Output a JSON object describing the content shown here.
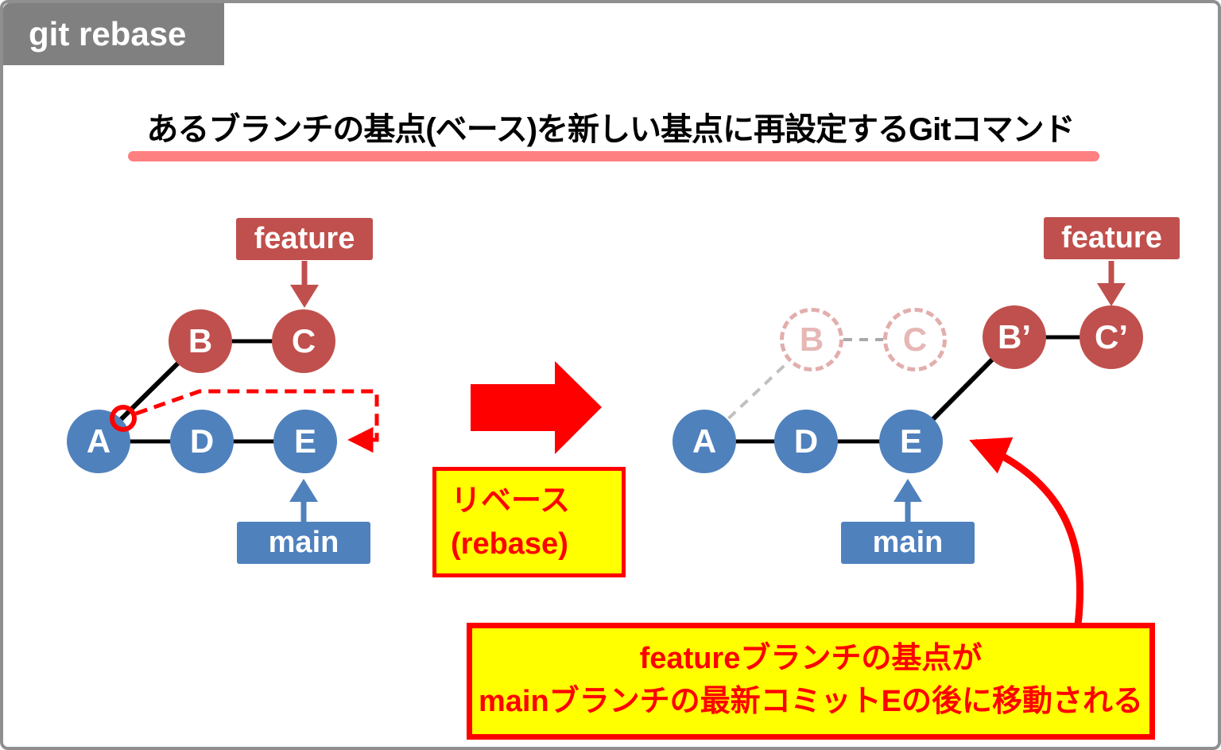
{
  "badge": {
    "label": "git rebase"
  },
  "title": {
    "text": "あるブランチの基点(ベース)を新しい基点に再設定するGitコマンド"
  },
  "left_diagram": {
    "feature_label": "feature",
    "main_label": "main",
    "nodes": {
      "a": "A",
      "b": "B",
      "c": "C",
      "d": "D",
      "e": "E"
    }
  },
  "transition": {
    "label_line1": "リベース",
    "label_line2": "(rebase)"
  },
  "right_diagram": {
    "feature_label": "feature",
    "main_label": "main",
    "nodes": {
      "a": "A",
      "d": "D",
      "e": "E",
      "b_ghost": "B",
      "c_ghost": "C",
      "b_new": "B’",
      "c_new": "C’"
    }
  },
  "note": {
    "line1": "featureブランチの基点が",
    "line2": "mainブランチの最新コミットEの後に移動される"
  },
  "colors": {
    "branch_red": "#C0504D",
    "main_blue": "#4F81BD",
    "ghost_pink": "#E2AEAC",
    "accent_red": "#FF0000",
    "highlight_yellow": "#FFFF00",
    "underline_pink": "#FF8080",
    "badge_gray": "#808080",
    "dashed_gray": "#BFBFBF"
  }
}
